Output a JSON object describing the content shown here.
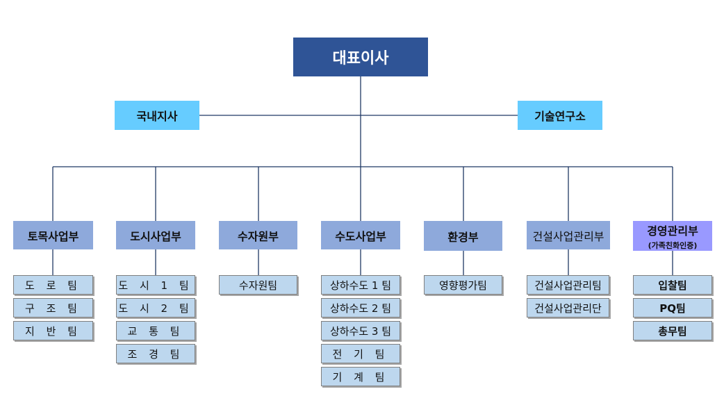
{
  "ceo": "대표이사",
  "domestic_branch": "국내지사",
  "research_institute": "기술연구소",
  "divisions": [
    {
      "name": "토목사업부",
      "teams": [
        "도 로 팀",
        "구 조 팀",
        "지 반 팀"
      ]
    },
    {
      "name": "도시사업부",
      "teams": [
        "도 시 1 팀",
        "도 시 2 팀",
        "교 통 팀",
        "조 경 팀"
      ]
    },
    {
      "name": "수자원부",
      "teams": [
        "수자원팀"
      ]
    },
    {
      "name": "수도사업부",
      "teams": [
        "상하수도 1 팀",
        "상하수도 2 팀",
        "상하수도 3 팀",
        "전 기 팀",
        "기 계 팀"
      ]
    },
    {
      "name": "환경부",
      "teams": [
        "영향평가팀"
      ]
    },
    {
      "name": "건설사업관리부",
      "teams": [
        "건설사업관리팀",
        "건설사업관리단"
      ]
    },
    {
      "name": "경영관리부",
      "subtitle": "(가족친화인증)",
      "teams": [
        "입찰팀",
        "PQ팀",
        "총무팀"
      ]
    }
  ],
  "colors": {
    "ceo": "#2F5496",
    "branch": "#66CCFF",
    "division": "#8EA9DB",
    "management_division": "#9999FF",
    "team": "#BDD7EE",
    "connector": "#1F3864"
  }
}
